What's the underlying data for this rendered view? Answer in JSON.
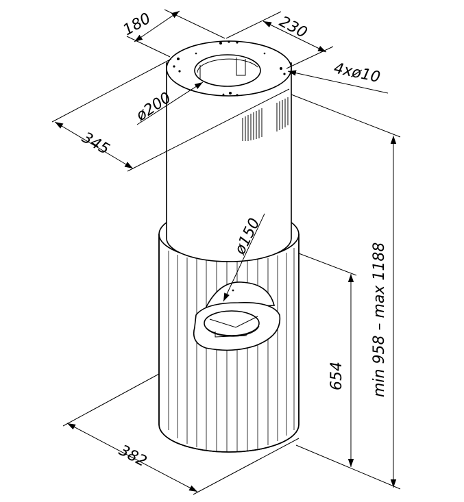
{
  "dimensions": {
    "top_depth": "180",
    "top_width": "230",
    "holes": "4xø10",
    "outlet_diameter": "ø200",
    "top_diagonal": "345",
    "inner_diameter": "ø150",
    "height_range": "min 958 – max 1188",
    "base_height": "654",
    "base_diameter": "382"
  }
}
